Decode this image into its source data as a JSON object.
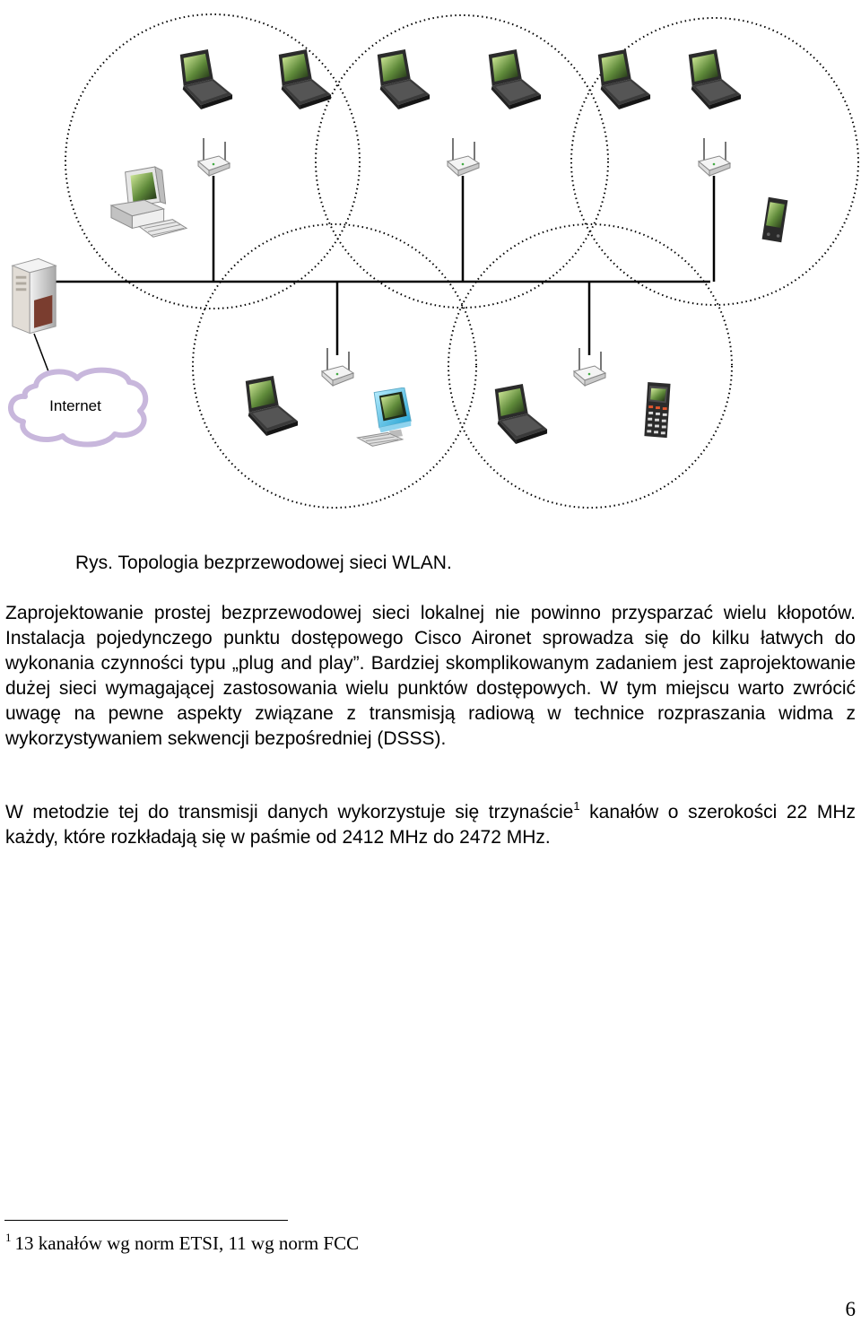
{
  "diagram": {
    "cloud_label": "Internet",
    "icons": {
      "laptop": "laptop-icon",
      "desktop": "desktop-computer-icon",
      "server": "server-tower-icon",
      "access_point": "wireless-access-point-icon",
      "pda": "pda-icon",
      "imac": "imac-icon",
      "handheld_scanner": "handheld-terminal-icon",
      "cloud": "internet-cloud-icon"
    }
  },
  "figure_caption": "Rys. Topologia bezprzewodowej sieci WLAN.",
  "paragraphs": {
    "p1": "Zaprojektowanie prostej bezprzewodowej sieci lokalnej nie powinno przysparzać wielu kłopotów. Instalacja pojedynczego punktu dostępowego Cisco Aironet sprowadza się do kilku łatwych do wykonania czynności typu „plug and play”. Bardziej skomplikowanym zadaniem jest zaprojektowanie dużej sieci wymagającej zastosowania wielu punktów dostępowych. W tym miejscu warto zwrócić uwagę na pewne aspekty związane z transmisją radiową w technice rozpraszania widma z wykorzystywaniem sekwencji bezpośredniej (DSSS).",
    "p2_before": "W metodzie tej do transmisji danych wykorzystuje się trzynaście",
    "p2_ref": "1",
    "p2_after": " kanałów o szerokości 22 MHz każdy, które rozkładają się w paśmie od 2412 MHz do 2472 MHz."
  },
  "footnote": {
    "marker": "1",
    "text": "13 kanałów wg norm ETSI, 11 wg norm FCC"
  },
  "page_number": "6"
}
